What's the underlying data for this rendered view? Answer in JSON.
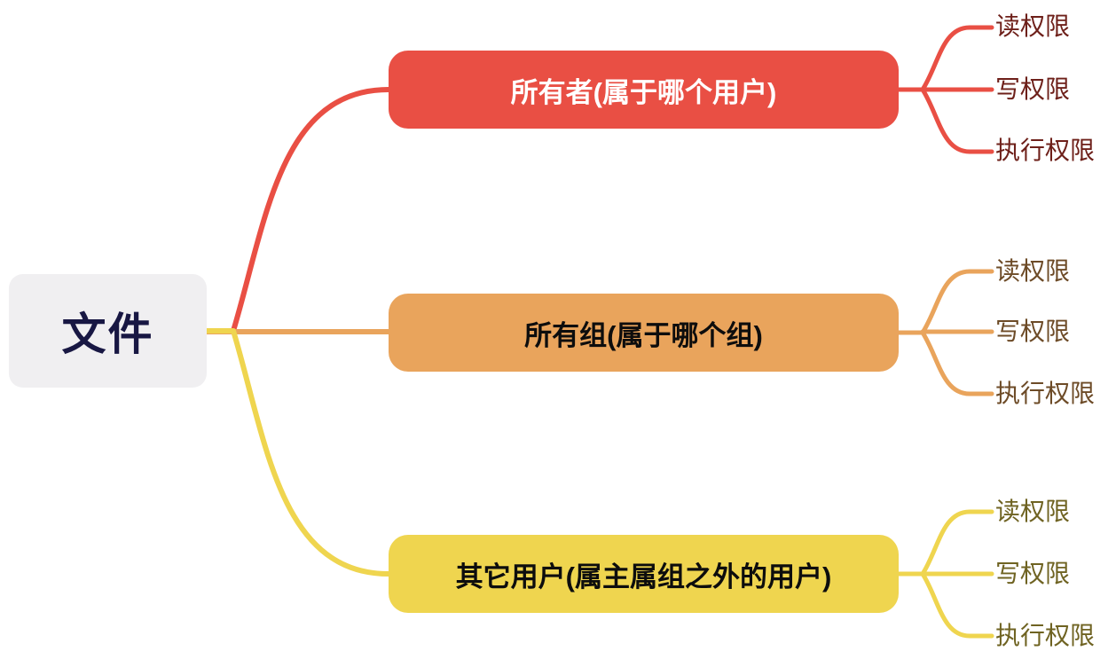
{
  "diagram": {
    "type": "mindmap",
    "root": {
      "label": "文件",
      "bg_color": "#f0eff1",
      "text_color": "#181743"
    },
    "branches": [
      {
        "label": "所有者(属于哪个用户)",
        "bg_color": "#e94f44",
        "text_color": "#ffffff",
        "line_color": "#e94f44",
        "leaf_text_color": "#6e201a",
        "children": [
          "读权限",
          "写权限",
          "执行权限"
        ]
      },
      {
        "label": "所有组(属于哪个组)",
        "bg_color": "#e9a45c",
        "text_color": "#0d0d0d",
        "line_color": "#e9a45c",
        "leaf_text_color": "#6d4b27",
        "children": [
          "读权限",
          "写权限",
          "执行权限"
        ]
      },
      {
        "label": "其它用户(属主属组之外的用户)",
        "bg_color": "#efd54f",
        "text_color": "#0d0d0d",
        "line_color": "#efd54f",
        "leaf_text_color": "#6f6322",
        "children": [
          "读权限",
          "写权限",
          "执行权限"
        ]
      }
    ]
  }
}
